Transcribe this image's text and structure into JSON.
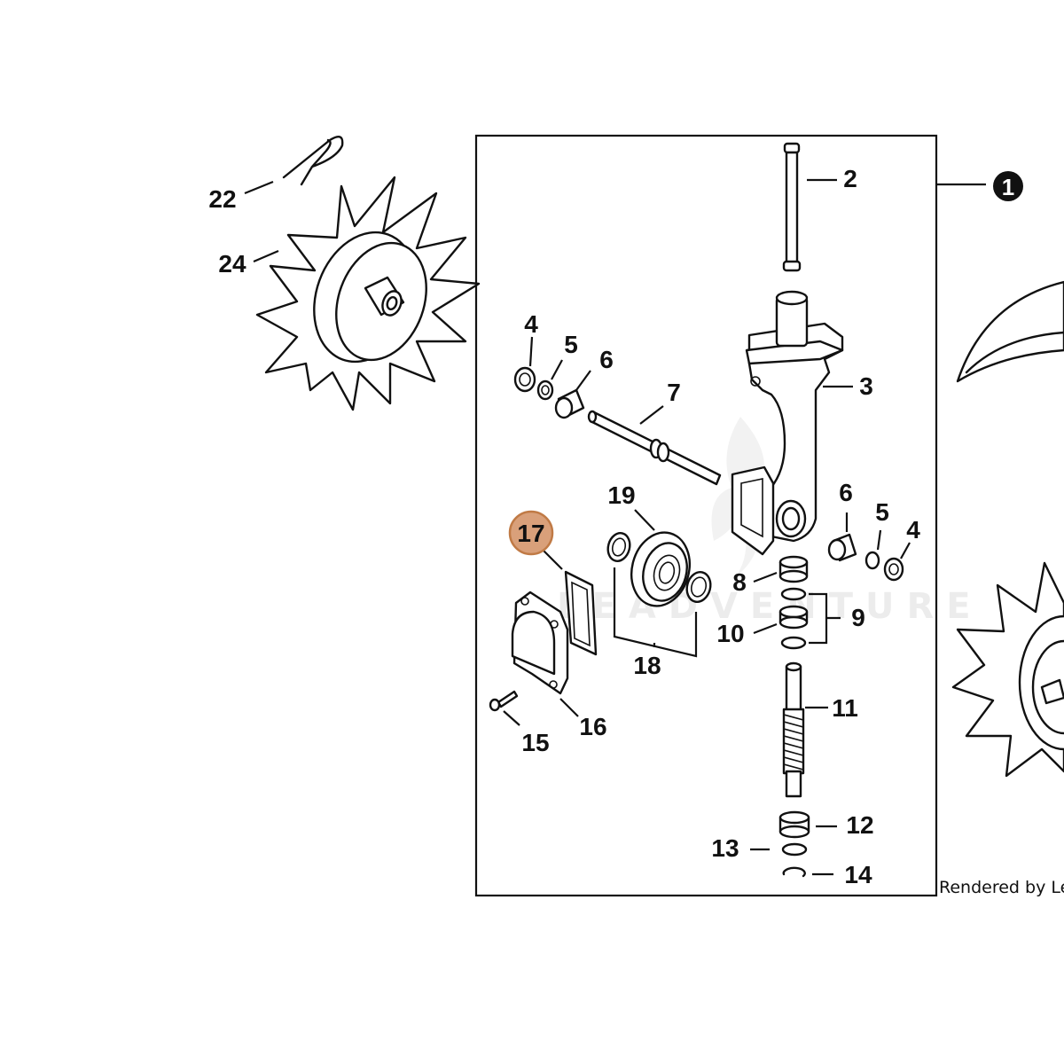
{
  "diagram": {
    "assembly_marker": "1",
    "highlight_color": "#d9a07a",
    "highlight_stroke": "#c07a45",
    "labels": {
      "p2": "2",
      "p3": "3",
      "p4a": "4",
      "p5a": "5",
      "p6a": "6",
      "p7": "7",
      "p4b": "4",
      "p5b": "5",
      "p6b": "6",
      "p8": "8",
      "p9": "9",
      "p10": "10",
      "p11": "11",
      "p12": "12",
      "p13": "13",
      "p14": "14",
      "p15": "15",
      "p16": "16",
      "p17": "17",
      "p18": "18",
      "p19": "19",
      "p22": "22",
      "p24": "24"
    },
    "watermark": "LEADVENTURE",
    "credit": "Rendered by Lead"
  }
}
